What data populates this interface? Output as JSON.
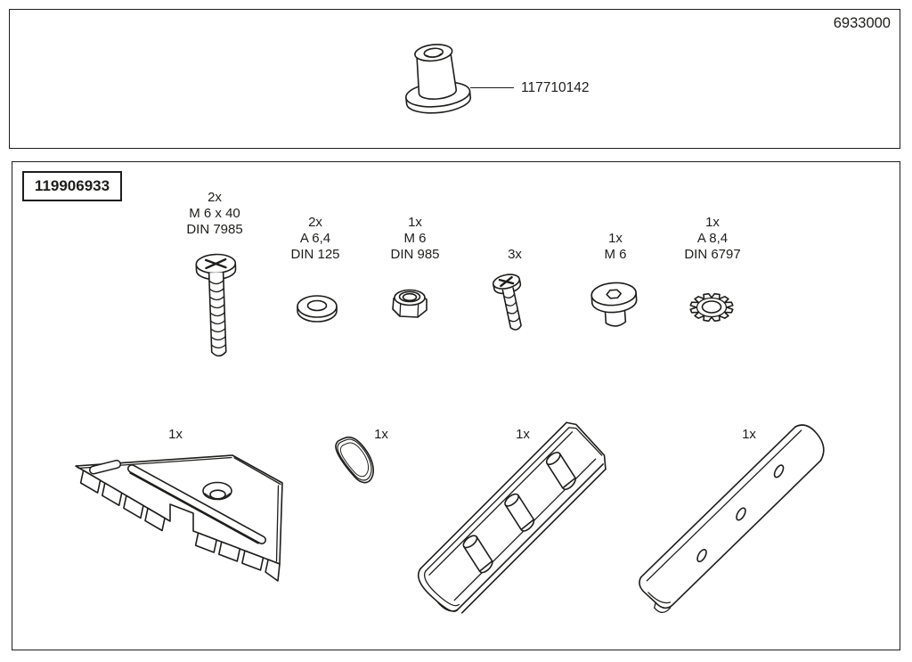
{
  "colors": {
    "line": "#1d1d1b",
    "background": "#ffffff"
  },
  "top_panel": {
    "doc_number": "6933000",
    "callout": {
      "part_number": "117710142",
      "icon": "rubber-cap"
    }
  },
  "kit_panel": {
    "kit_number": "119906933",
    "hardware_items": [
      {
        "qty": "2x",
        "spec": "M 6 x 40",
        "standard": "DIN 7985",
        "icon": "phillips-pan-head-screw"
      },
      {
        "qty": "2x",
        "spec": "A 6,4",
        "standard": "DIN 125",
        "icon": "flat-washer"
      },
      {
        "qty": "1x",
        "spec": "M 6",
        "standard": "DIN 985",
        "icon": "locking-nut"
      },
      {
        "qty": "3x",
        "spec": "",
        "standard": "",
        "icon": "short-phillips-screw"
      },
      {
        "qty": "1x",
        "spec": "M 6",
        "standard": "",
        "icon": "sleeve-nut"
      },
      {
        "qty": "1x",
        "spec": "A 8,4",
        "standard": "DIN 6797",
        "icon": "serrated-lock-washer"
      }
    ],
    "large_parts": [
      {
        "qty": "1x",
        "icon": "corner-bracket-plate"
      },
      {
        "qty": "1x",
        "icon": "rubber-gasket"
      },
      {
        "qty": "1x",
        "icon": "mounting-bracket"
      },
      {
        "qty": "1x",
        "icon": "cover-pad"
      }
    ]
  }
}
